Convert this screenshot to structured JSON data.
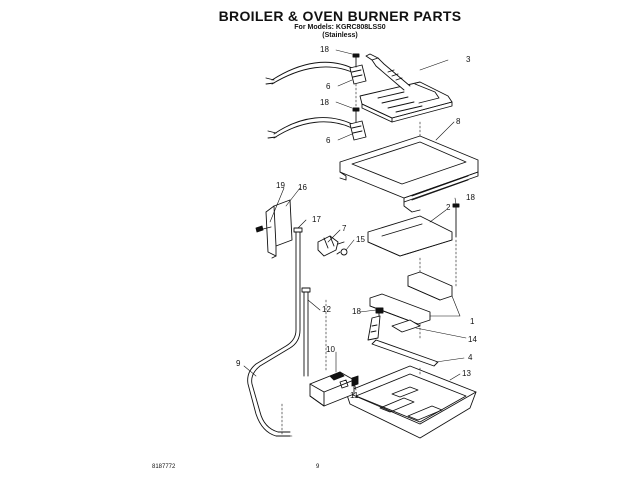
{
  "header": {
    "title": "BROILER & OVEN BURNER PARTS",
    "models": "For Models: KGRC808LSS0",
    "finish": "(Stainless)"
  },
  "footer": {
    "part_code": "8187772",
    "page_number": "9"
  },
  "callouts": {
    "c18a": "18",
    "c3": "3",
    "c6a": "6",
    "c18b": "18",
    "c8": "8",
    "c6b": "6",
    "c19": "19",
    "c16": "16",
    "c18c": "18",
    "c2": "2",
    "c17": "17",
    "c7": "7",
    "c15": "15",
    "c12": "12",
    "c18d": "18",
    "c1": "1",
    "c14": "14",
    "c9": "9",
    "c10": "10",
    "c4": "4",
    "c13": "13",
    "c11": "11"
  }
}
